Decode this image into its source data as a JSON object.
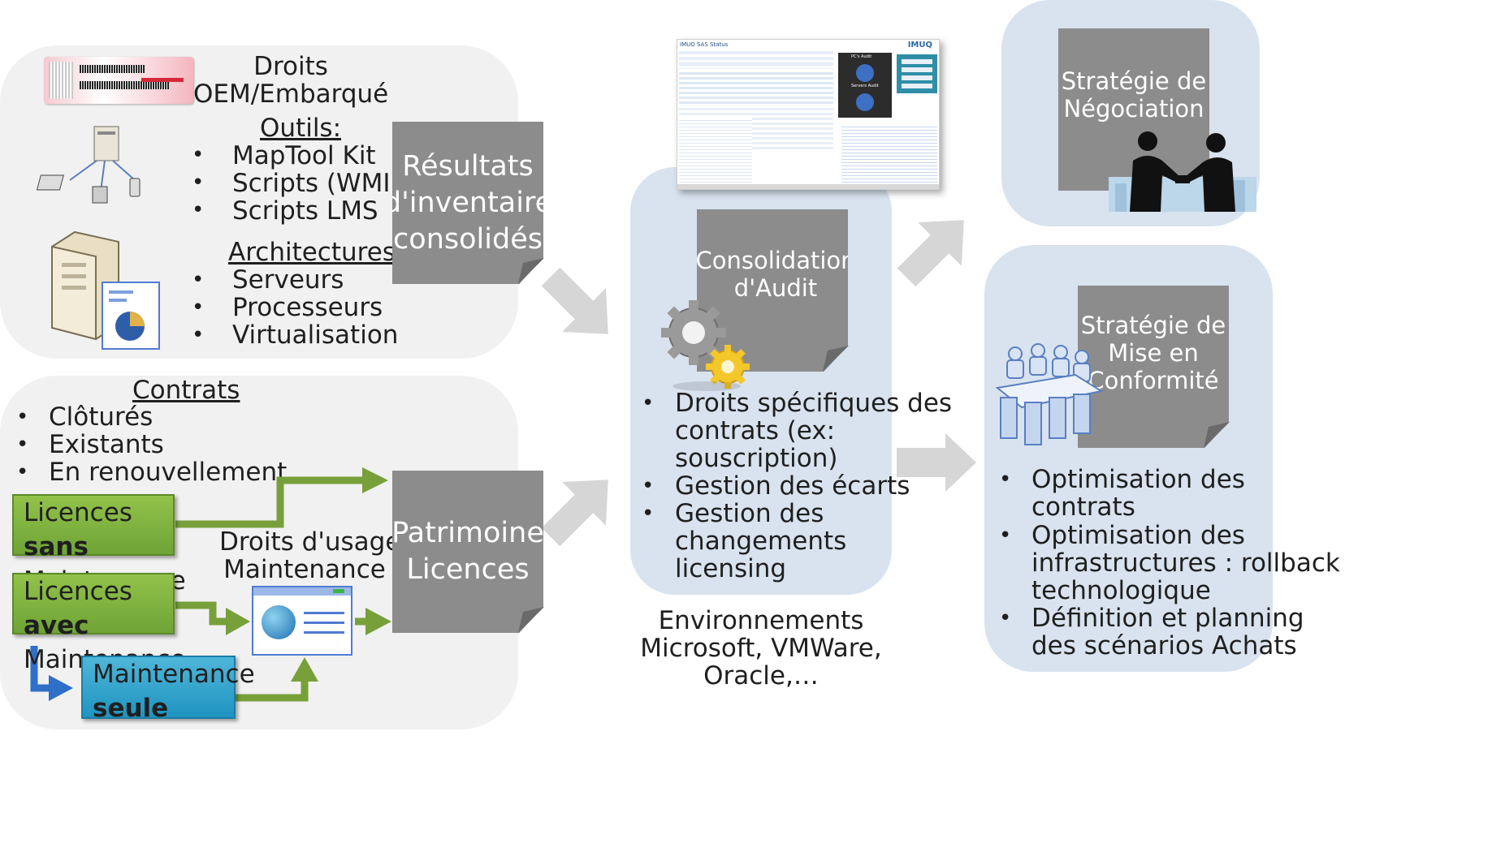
{
  "droits": {
    "title_line1": "Droits",
    "title_line2": "OEM/Embarqué",
    "outils_heading": "Outils:",
    "outils_items": [
      "MapTool Kit",
      "Scripts (WMI,…)",
      "Scripts LMS"
    ],
    "arch_heading": "Architectures",
    "arch_items": [
      "Serveurs",
      "Processeurs",
      "Virtualisation"
    ]
  },
  "contrats": {
    "heading": "Contrats",
    "items": [
      "Clôturés",
      "Existants",
      "En renouvellement"
    ]
  },
  "licences": {
    "sans_l1_a": "Licences ",
    "sans_l1_b": "sans",
    "sans_l2": "Maintenance",
    "avec_l1_a": "Licences ",
    "avec_l1_b": "avec",
    "avec_l2": "Maintenance",
    "seule_l1": "Maintenance",
    "seule_l2": "seule",
    "droits_usage_l1": "Droits d'usage",
    "droits_usage_l2": "Maintenance"
  },
  "notes": {
    "resultats": [
      "Résultats",
      "d'inventaire",
      "consolidés"
    ],
    "patrimoine": [
      "Patrimoine",
      "Licences"
    ],
    "consolidation": [
      "Consolidation",
      "d'Audit"
    ],
    "negociation": [
      "Stratégie de",
      "Négociation"
    ],
    "conformite": [
      "Stratégie de",
      "Mise en",
      "Conformité"
    ]
  },
  "consolidation": {
    "bullets": [
      [
        "Droits spécifiques des",
        "contrats (ex:",
        "souscription)"
      ],
      [
        "Gestion des écarts"
      ],
      [
        "Gestion des",
        "changements",
        "licensing"
      ]
    ],
    "env_lines": [
      "Environnements",
      "Microsoft, VMWare,",
      "Oracle,…"
    ]
  },
  "conformite": {
    "bullets": [
      [
        "Optimisation des",
        "contrats"
      ],
      [
        "Optimisation des",
        "infrastructures : rollback",
        "technologique"
      ],
      [
        "Définition et planning",
        "des scénarios Achats"
      ]
    ]
  },
  "thumbnail": {
    "title": "IMUO SAS Status",
    "logo": "IMUQ",
    "chart1": "PC's Audit",
    "chart2": "Servers Audit"
  },
  "colors": {
    "panel_grey": "#f1f1f1",
    "panel_blue": "#d9e3ef",
    "note_grey": "#8c8c8c",
    "green_box": "#7fb33f",
    "green_arrow": "#77a03a",
    "blue_box": "#2aa3cd",
    "blue_arrow": "#2f6fc7",
    "grey_arrow": "#d6d6d6"
  }
}
